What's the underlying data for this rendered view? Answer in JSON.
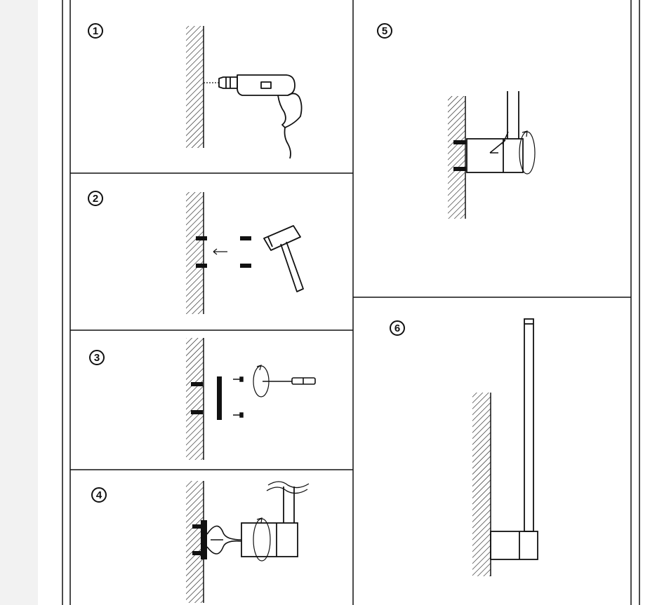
{
  "steps": [
    {
      "number": "1",
      "action": "drill"
    },
    {
      "number": "2",
      "action": "hammer-anchors"
    },
    {
      "number": "3",
      "action": "screw-mounting-plate"
    },
    {
      "number": "4",
      "action": "connect-wiring"
    },
    {
      "number": "5",
      "action": "rotate-fix-body"
    },
    {
      "number": "6",
      "action": "installed-lamp"
    }
  ],
  "colors": {
    "line": "#111111",
    "sheet": "#ffffff",
    "margin": "#f2f2f2"
  }
}
